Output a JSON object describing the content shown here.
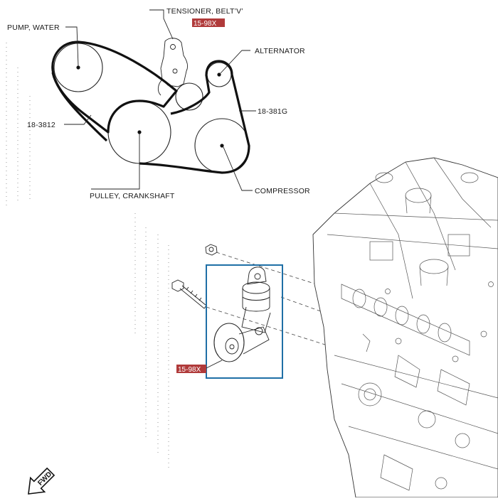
{
  "labels": {
    "pump_water": "PUMP, WATER",
    "tensioner": "TENSIONER, BELT’V’",
    "tensioner_ref": "15-98X",
    "alternator": "ALTERNATOR",
    "belt_part_a": "18-3812",
    "belt_part_b": "18-381G",
    "crankshaft": "PULLEY, CRANKSHAFT",
    "compressor": "COMPRESSOR",
    "detail_ref": "15-98X",
    "fwd": "FWD"
  },
  "colors": {
    "highlight_box": "#1f6fa6",
    "ref_tag": "#b03a3a",
    "line": "#222222"
  },
  "icons": {
    "fwd_arrow": "fwd-arrow-icon"
  }
}
